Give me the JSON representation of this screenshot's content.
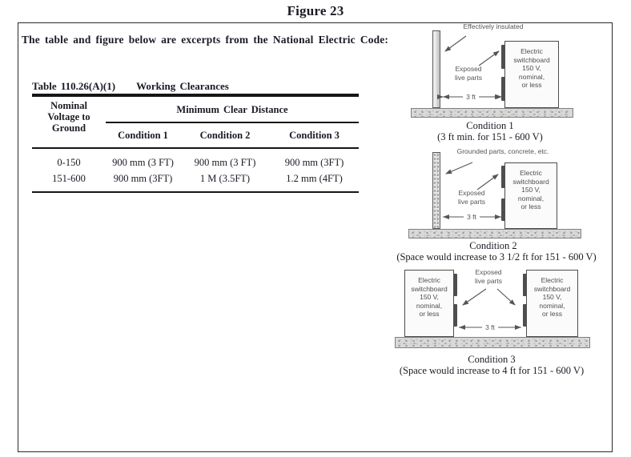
{
  "page": {
    "figure_title": "Figure 23",
    "intro": "The table and figure below are excerpts from the National Electric Code:"
  },
  "table": {
    "label": "Table 110.26(A)(1)",
    "title": "Working Clearances",
    "row_header": {
      "line1": "Nominal",
      "line2": "Voltage to",
      "line3": "Ground"
    },
    "span_header": "Minimum Clear Distance",
    "col_headers": [
      "Condition 1",
      "Condition 2",
      "Condition 3"
    ],
    "rows": [
      {
        "voltage": "0-150",
        "c1": "900 mm (3 FT)",
        "c2": "900 mm (3 FT)",
        "c3": "900 mm (3FT)"
      },
      {
        "voltage": "151-600",
        "c1": "900 mm (3FT)",
        "c2": "1 M (3.5FT)",
        "c3": "1.2 mm (4FT)"
      }
    ]
  },
  "diagram_labels": {
    "switchboard": {
      "l1": "Electric",
      "l2": "switchboard",
      "l3": "150 V,",
      "l4": "nominal,",
      "l5": "or less"
    },
    "exposed": {
      "l1": "Exposed",
      "l2": "live parts"
    },
    "dim": "3 ft"
  },
  "condition1": {
    "insulated_label": "Effectively insulated",
    "caption": "Condition 1",
    "subcaption": "(3 ft min. for 151 - 600 V)"
  },
  "condition2": {
    "grounded_label": "Grounded parts, concrete, etc.",
    "caption": "Condition 2",
    "subcaption": "(Space would increase to 3 1/2 ft for 151 - 600 V)"
  },
  "condition3": {
    "caption": "Condition 3",
    "subcaption": "(Space would increase to 4 ft for 151 - 600 V)"
  },
  "colors": {
    "text": "#1a1a24",
    "diagram_text": "#555555",
    "fill_light_gray": "#d9d9d9",
    "rule_black": "#161616"
  }
}
